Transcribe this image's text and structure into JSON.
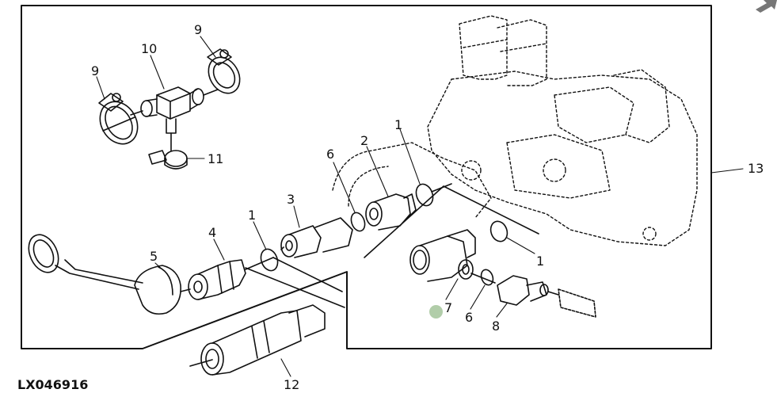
{
  "figure": {
    "id": "LX046916",
    "description": "Exploded view of hydraulic coupler fitting assembly"
  },
  "callouts": [
    {
      "key": "c9a",
      "label": "9",
      "part": "hose-clamp"
    },
    {
      "key": "c10",
      "label": "10",
      "part": "tee-fitting"
    },
    {
      "key": "c9b",
      "label": "9",
      "part": "hose-clamp"
    },
    {
      "key": "c11",
      "label": "11",
      "part": "hose-clamp-small"
    },
    {
      "key": "c6a",
      "label": "6",
      "part": "o-ring"
    },
    {
      "key": "c2",
      "label": "2",
      "part": "adapter-fitting"
    },
    {
      "key": "c1a",
      "label": "1",
      "part": "o-ring"
    },
    {
      "key": "c3",
      "label": "3",
      "part": "adapter-nut-fitting"
    },
    {
      "key": "c1b",
      "label": "1",
      "part": "o-ring"
    },
    {
      "key": "c4",
      "label": "4",
      "part": "coupler-male-tip"
    },
    {
      "key": "c5",
      "label": "5",
      "part": "dust-cap"
    },
    {
      "key": "c13",
      "label": "13",
      "part": "valve-housing"
    },
    {
      "key": "c1c",
      "label": "1",
      "part": "o-ring"
    },
    {
      "key": "c7",
      "label": "7",
      "part": "elbow-tee"
    },
    {
      "key": "c6b",
      "label": "6",
      "part": "o-ring"
    },
    {
      "key": "c8",
      "label": "8",
      "part": "adapter-plug"
    },
    {
      "key": "c12",
      "label": "12",
      "part": "coupler-female"
    }
  ],
  "colors": {
    "line": "#111111",
    "marker": "#a8c8a0",
    "corner_arrow": "#777777"
  }
}
